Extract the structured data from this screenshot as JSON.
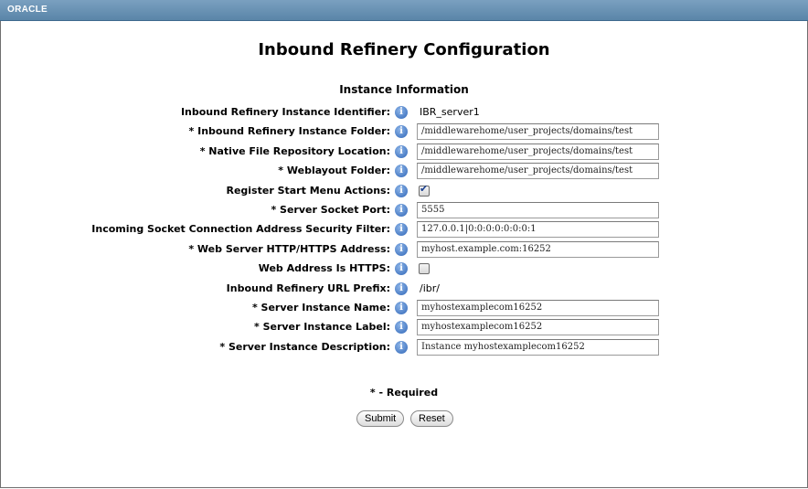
{
  "header": {
    "brand": "ORACLE"
  },
  "page": {
    "title": "Inbound Refinery Configuration",
    "section_title": "Instance Information",
    "required_note": "* - Required"
  },
  "form": {
    "rows": [
      {
        "label": "Inbound Refinery Instance Identifier:",
        "type": "text",
        "value": "IBR_server1"
      },
      {
        "label": "* Inbound Refinery Instance Folder:",
        "type": "input",
        "value": "/middlewarehome/user_projects/domains/test"
      },
      {
        "label": "* Native File Repository Location:",
        "type": "input",
        "value": "/middlewarehome/user_projects/domains/test"
      },
      {
        "label": "* Weblayout Folder:",
        "type": "input",
        "value": "/middlewarehome/user_projects/domains/test"
      },
      {
        "label": "Register Start Menu Actions:",
        "type": "checkbox",
        "checked": true
      },
      {
        "label": "* Server Socket Port:",
        "type": "input",
        "value": "5555"
      },
      {
        "label": "Incoming Socket Connection Address Security Filter:",
        "type": "input",
        "value": "127.0.0.1|0:0:0:0:0:0:0:1"
      },
      {
        "label": "* Web Server HTTP/HTTPS Address:",
        "type": "input",
        "value": "myhost.example.com:16252"
      },
      {
        "label": "Web Address Is HTTPS:",
        "type": "checkbox",
        "checked": false
      },
      {
        "label": "Inbound Refinery URL Prefix:",
        "type": "text",
        "value": "/ibr/"
      },
      {
        "label": "* Server Instance Name:",
        "type": "input",
        "value": "myhostexamplecom16252"
      },
      {
        "label": "* Server Instance Label:",
        "type": "input",
        "value": "myhostexamplecom16252"
      },
      {
        "label": "* Server Instance Description:",
        "type": "input",
        "value": "Instance myhostexamplecom16252"
      }
    ]
  },
  "buttons": {
    "submit": "Submit",
    "reset": "Reset"
  },
  "icons": {
    "info": "info-icon"
  }
}
